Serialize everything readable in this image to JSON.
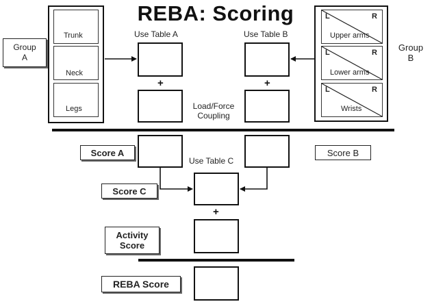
{
  "title": "REBA: Scoring",
  "group_a": {
    "label_line1": "Group",
    "label_line2": "A",
    "items": [
      "Trunk",
      "Neck",
      "Legs"
    ]
  },
  "group_b": {
    "label_line1": "Group",
    "label_line2": "B",
    "items": [
      {
        "name": "Upper arms",
        "left": "L",
        "right": "R"
      },
      {
        "name": "Lower arms",
        "left": "L",
        "right": "R"
      },
      {
        "name": "Wrists",
        "left": "L",
        "right": "R"
      }
    ]
  },
  "labels": {
    "use_table_a": "Use Table A",
    "use_table_b": "Use Table B",
    "use_table_c": "Use Table C",
    "load_force_line1": "Load/Force",
    "load_force_line2": "Coupling",
    "plus": "+"
  },
  "scores": {
    "score_a": "Score A",
    "score_b": "Score B",
    "score_c": "Score C",
    "activity_line1": "Activity",
    "activity_line2": "Score",
    "reba": "REBA Score"
  }
}
